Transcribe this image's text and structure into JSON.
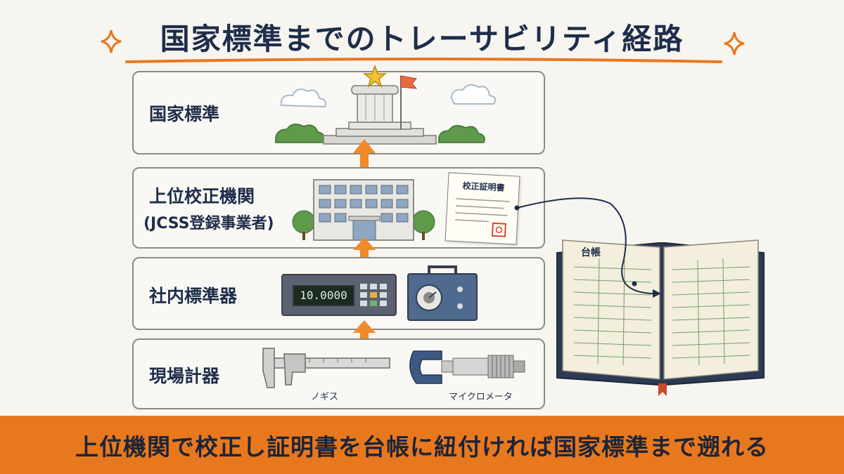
{
  "header": {
    "title": "国家標準までのトレーサビリティ経路"
  },
  "tiers": {
    "national": {
      "label": "国家標準"
    },
    "upper": {
      "label_line1": "上位校正機関",
      "label_line2": "(JCSS登録事業者)"
    },
    "internal": {
      "label": "社内標準器",
      "display_value": "10.0000"
    },
    "field": {
      "label": "現場計器",
      "caliper_label": "ノギス",
      "micrometer_label": "マイクロメータ"
    }
  },
  "certificate": {
    "title": "校正証明書"
  },
  "ledger": {
    "title": "台帳"
  },
  "footer": {
    "message": "上位機関で校正し証明書を台帳に紐付ければ国家標準まで遡れる"
  },
  "colors": {
    "accent": "#e8781e",
    "navy": "#1e2d4a",
    "arrow": "#f08a2a"
  }
}
